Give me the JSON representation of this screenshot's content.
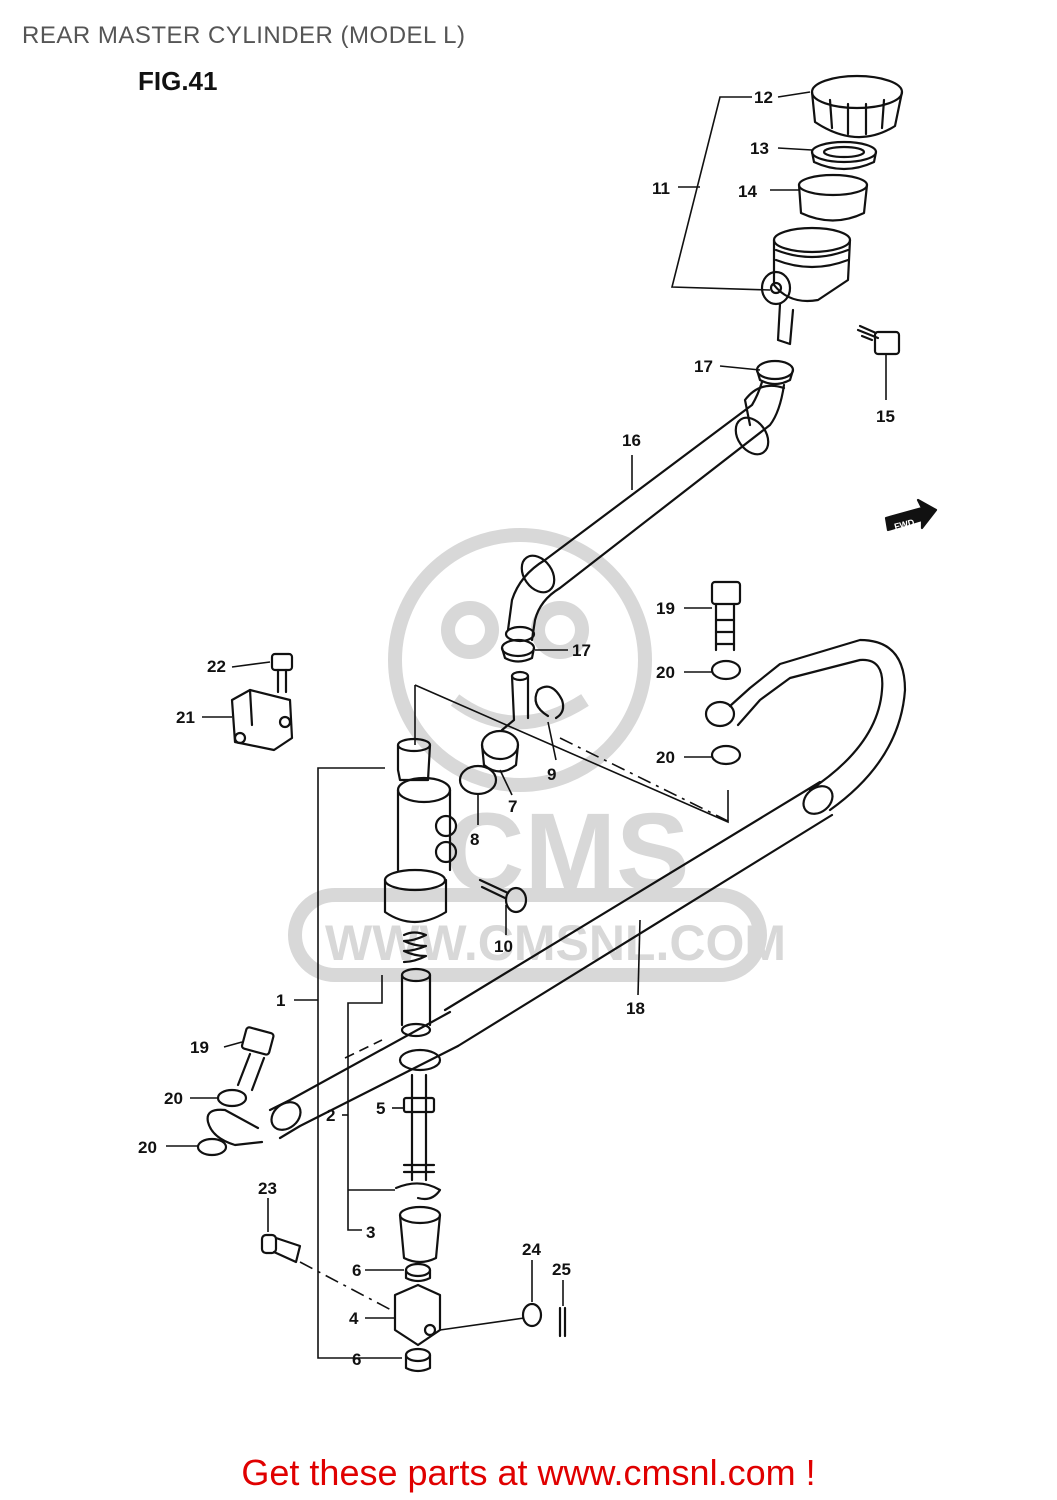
{
  "page": {
    "title": "REAR MASTER CYLINDER (MODEL L)",
    "figure": "FIG.41",
    "footer": "Get these parts at www.cmsnl.com !"
  },
  "watermark": {
    "brand": "CMS",
    "url": "WWW.CMSNL.COM"
  },
  "direction_marker": "FWD",
  "callouts": {
    "c1": "1",
    "c2": "2",
    "c3": "3",
    "c4": "4",
    "c5": "5",
    "c6a": "6",
    "c6b": "6",
    "c7": "7",
    "c8": "8",
    "c9": "9",
    "c10": "10",
    "c11": "11",
    "c12": "12",
    "c13": "13",
    "c14": "14",
    "c15": "15",
    "c16": "16",
    "c17a": "17",
    "c17b": "17",
    "c18": "18",
    "c19a": "19",
    "c19b": "19",
    "c20a": "20",
    "c20b": "20",
    "c20c": "20",
    "c20d": "20",
    "c21": "21",
    "c22": "22",
    "c23": "23",
    "c24": "24",
    "c25": "25"
  },
  "colors": {
    "line": "#111111",
    "watermark": "#d8d8d8",
    "footer": "#e00000",
    "title": "#555555"
  }
}
